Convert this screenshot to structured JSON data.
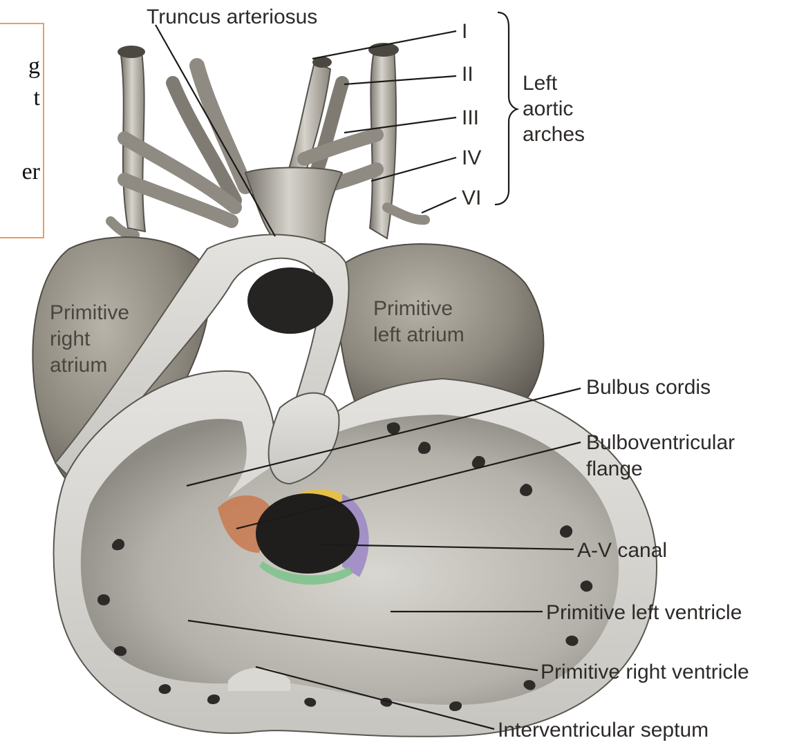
{
  "note_box": {
    "lines": [
      "g",
      "t",
      "",
      "er"
    ]
  },
  "labels": {
    "truncus": "Truncus arteriosus",
    "arch_1": "I",
    "arch_2": "II",
    "arch_3": "III",
    "arch_4": "IV",
    "arch_6": "VI",
    "left_aortic_arches": [
      "Left",
      "aortic",
      "arches"
    ],
    "right_atrium": [
      "Primitive",
      "right",
      "atrium"
    ],
    "left_atrium": [
      "Primitive",
      "left atrium"
    ],
    "bulbus_cordis": "Bulbus cordis",
    "bulboventricular_flange": [
      "Bulboventricular",
      "flange"
    ],
    "av_canal": "A-V canal",
    "left_ventricle": "Primitive left ventricle",
    "right_ventricle": "Primitive right ventricle",
    "interventricular_septum": "Interventricular septum"
  },
  "colors": {
    "note_border": "#ef9b5d",
    "flange_orange": "#c9794e",
    "canal_yellow": "#e8bf3e",
    "canal_purple": "#9a86c6",
    "canal_green": "#7fc38d"
  }
}
